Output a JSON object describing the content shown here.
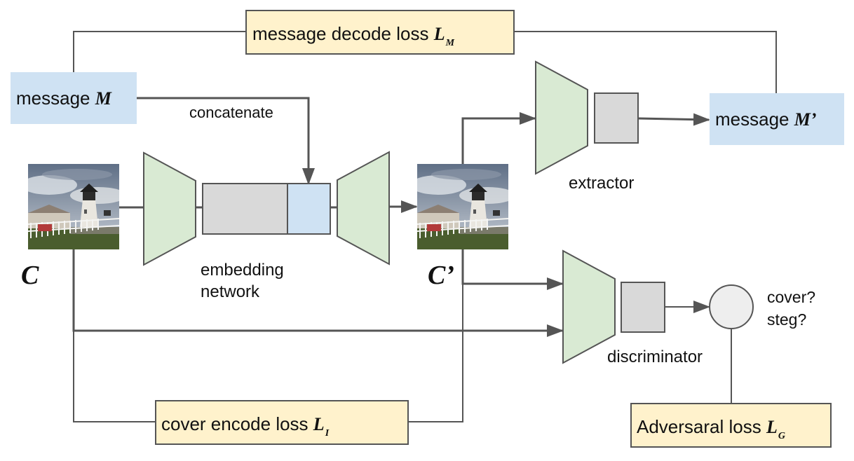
{
  "losses": {
    "message_decode": {
      "text": "message decode loss",
      "symbol": "L",
      "sub": "M"
    },
    "cover_encode": {
      "text": "cover encode loss",
      "symbol": "L",
      "sub": "I"
    },
    "adversarial": {
      "text": "Adversaral loss",
      "symbol": "L",
      "sub": "G"
    }
  },
  "messages": {
    "input": {
      "text": "message",
      "symbol": "M"
    },
    "output": {
      "text": "message",
      "symbol": "M’"
    }
  },
  "images": {
    "cover": {
      "symbol": "C"
    },
    "stego": {
      "symbol": "C’"
    }
  },
  "labels": {
    "concatenate": "concatenate",
    "extractor": "extractor",
    "embedding_line1": "embedding",
    "embedding_line2": "network",
    "discriminator": "discriminator",
    "question_line1": "cover?",
    "question_line2": "steg?"
  },
  "colors": {
    "loss_fill": "#fff2cc",
    "message_fill": "#cfe2f3",
    "network_fill": "#d9ead3",
    "feature_fill": "#d9d9d9",
    "line": "#555555"
  },
  "icons": {
    "cover_image": "lighthouse-photo",
    "stego_image": "lighthouse-photo"
  }
}
